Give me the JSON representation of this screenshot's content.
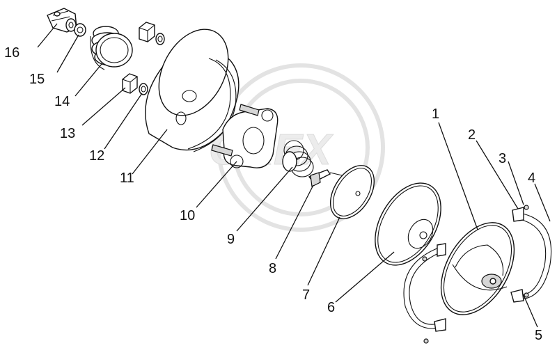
{
  "diagram": {
    "watermark_text": "OREX",
    "callouts": [
      {
        "number": "1",
        "part": "diaphragm-housing-cover"
      },
      {
        "number": "2",
        "part": "clamp-bracket-upper"
      },
      {
        "number": "3",
        "part": "nut"
      },
      {
        "number": "4",
        "part": "clamp-ring"
      },
      {
        "number": "5",
        "part": "bolt"
      },
      {
        "number": "6",
        "part": "diaphragm"
      },
      {
        "number": "7",
        "part": "pressure-plate"
      },
      {
        "number": "8",
        "part": "push-rod"
      },
      {
        "number": "9",
        "part": "return-spring"
      },
      {
        "number": "10",
        "part": "mounting-flange"
      },
      {
        "number": "11",
        "part": "housing"
      },
      {
        "number": "12",
        "part": "lock-washer"
      },
      {
        "number": "13",
        "part": "nut"
      },
      {
        "number": "14",
        "part": "dust-boot"
      },
      {
        "number": "15",
        "part": "nut"
      },
      {
        "number": "16",
        "part": "clevis"
      }
    ]
  }
}
